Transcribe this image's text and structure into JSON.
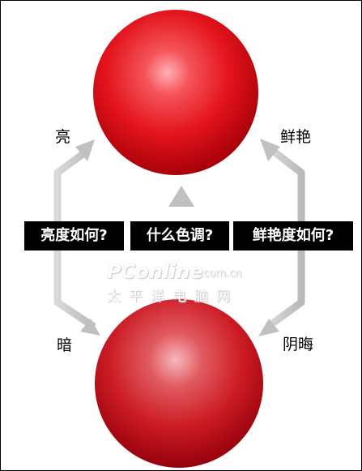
{
  "labels": {
    "top_left": "亮",
    "top_right": "鲜艳",
    "bottom_left": "暗",
    "bottom_right": "阴晦"
  },
  "questions": {
    "brightness": "亮度如何?",
    "hue": "什么色调?",
    "saturation": "鲜艳度如何?"
  },
  "watermark": {
    "brand": "PConline",
    "domain": ".com.cn",
    "chinese": "太平洋电脑网"
  },
  "colors": {
    "sphere_top": "#e8141c",
    "sphere_bottom": "#d01a20",
    "arrow": "#c8c8c8",
    "question_bg": "#000000"
  }
}
